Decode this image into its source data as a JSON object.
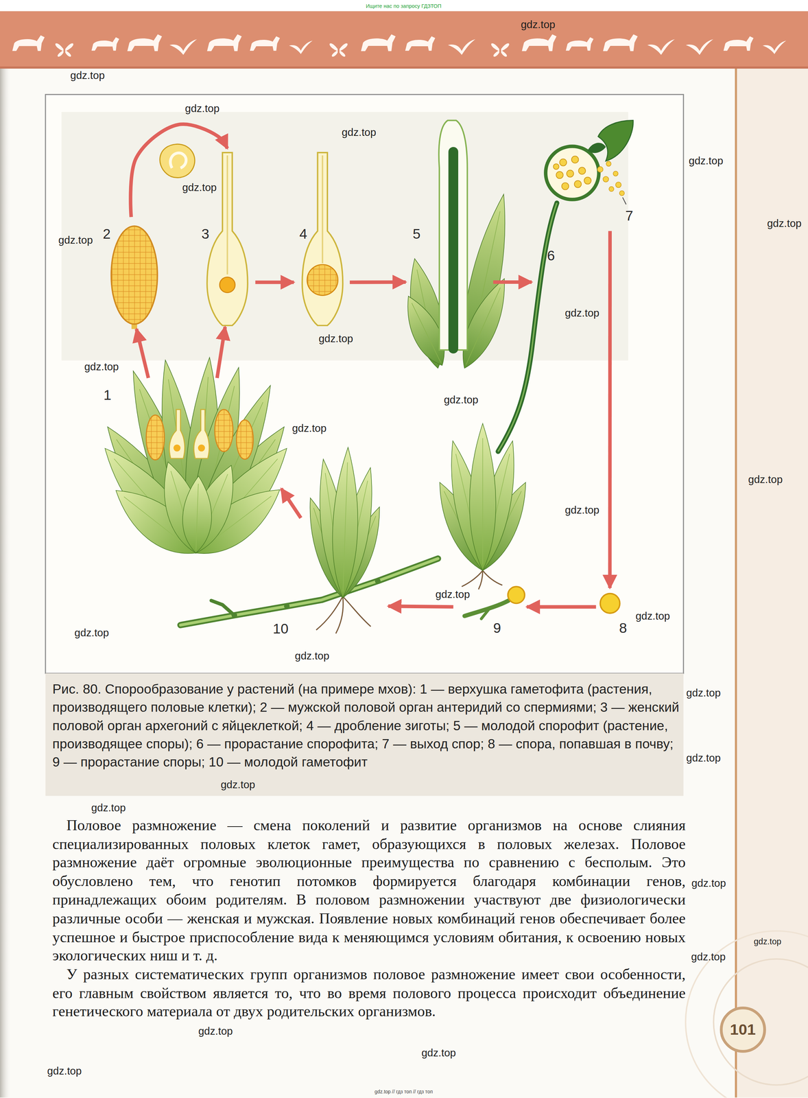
{
  "diagram": {
    "caption": "Рис. 80. Спорообразование у растений (на примере мхов): 1 — верхушка гаметофита (растения, производящего половые клетки); 2 — мужской половой орган антеридий со спермиями; 3 — женский половой орган архегоний с яйцеклеткой; 4 — дробление зиготы; 5 — молодой спорофит (растение, производящее споры); 6 — прорастание спорофита; 7 — выход спор; 8 — спора, попавшая в почву; 9 — прорастание споры; 10 — молодой гаметофит",
    "nodes": [
      {
        "text": [
          "1"
        ]
      },
      {
        "text": [
          "2"
        ]
      },
      {
        "text": [
          "3"
        ]
      },
      {
        "text": [
          "4"
        ]
      },
      {
        "text": [
          "5"
        ]
      },
      {
        "text": [
          "6"
        ]
      },
      {
        "text": [
          "7"
        ]
      },
      {
        "text": [
          "8"
        ]
      },
      {
        "text": [
          "9"
        ]
      },
      {
        "text": [
          "10"
        ]
      }
    ],
    "edges": [
      {
        "from": 0,
        "to": 1,
        "arrow": "to"
      },
      {
        "from": 0,
        "to": 2,
        "arrow": "to"
      },
      {
        "from": 1,
        "to": 2,
        "arrow": "to"
      },
      {
        "from": 2,
        "to": 3,
        "arrow": "to"
      },
      {
        "from": 3,
        "to": 4,
        "arrow": "to"
      },
      {
        "from": 4,
        "to": 5,
        "arrow": "to"
      },
      {
        "from": 6,
        "to": 7,
        "arrow": "to"
      },
      {
        "from": 7,
        "to": 8,
        "arrow": "to"
      },
      {
        "from": 8,
        "to": 9,
        "arrow": "to"
      },
      {
        "from": 9,
        "to": 0,
        "arrow": "to"
      }
    ],
    "labels": [
      "Ищите нас по запросу ГДЗТОП",
      "gdz.top",
      "gdz.top",
      "gdz.top",
      "gdz.top",
      "gdz.top",
      "gdz.top",
      "gdz.top",
      "gdz.top",
      "gdz.top",
      "gdz.top",
      "gdz.top",
      "gdz.top",
      "gdz.top",
      "gdz.top",
      "gdz.top",
      "gdz.top",
      "gdz.top",
      "gdz.top",
      "gdz.top",
      "gdz.top",
      "gdz.top",
      "gdz.top",
      "gdz.top",
      "gdz.top",
      "gdz.top",
      "gdz.top",
      "gdz.top",
      "gdz.top",
      "gdz.top",
      "101",
      "Половое размножение — смена поколений и развитие организмов на основе слияния специализированных половых клеток гамет, образующихся в половых железах. Половое размножение даёт огромные эволюционные преимущества по сравнению с бесполым. Это обусловлено тем, что генотип потомков формируется благодаря комбинации генов, принадлежащих обоим родителям. В половом размножении участвуют две физиологически различные особи — женская и мужская. Появление новых комбинаций генов обеспечивает более успешное и быстрое приспособление вида к меняющимся условиям обитания, к освоению новых экологических ниш и т. д.",
      "У разных систематических групп организмов половое размножение имеет свои особенности, его главным свойством является то, что во время полового процесса происходит объединение генетического материала от двух родительских организмов.",
      "gdz.top // гдз топ // гдз топ"
    ]
  }
}
